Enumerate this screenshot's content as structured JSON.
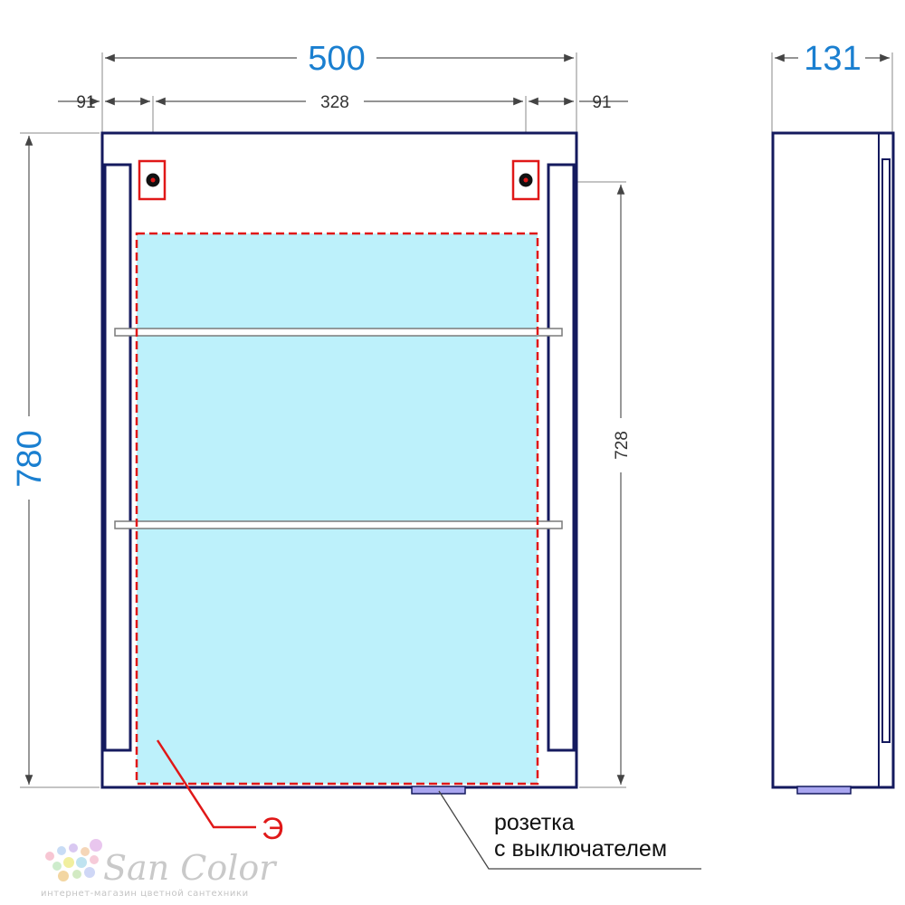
{
  "dimensions": {
    "total_width": "500",
    "left_offset": "91",
    "mount_spacing": "328",
    "right_offset": "91",
    "depth": "131",
    "total_height": "780",
    "mount_height": "728"
  },
  "labels": {
    "mirror_marker": "Э",
    "socket_line1": "розетка",
    "socket_line2": "с выключателем"
  },
  "watermark": {
    "brand": "San Color",
    "tagline": "интернет-магазин цветной сантехники"
  },
  "colors": {
    "cabinet_outline": "#141a5e",
    "mirror_fill": "#bdf1fb",
    "mirror_border": "#e01818",
    "dimension_big": "#1a7fd0",
    "socket_fill": "#a9a6f0"
  }
}
